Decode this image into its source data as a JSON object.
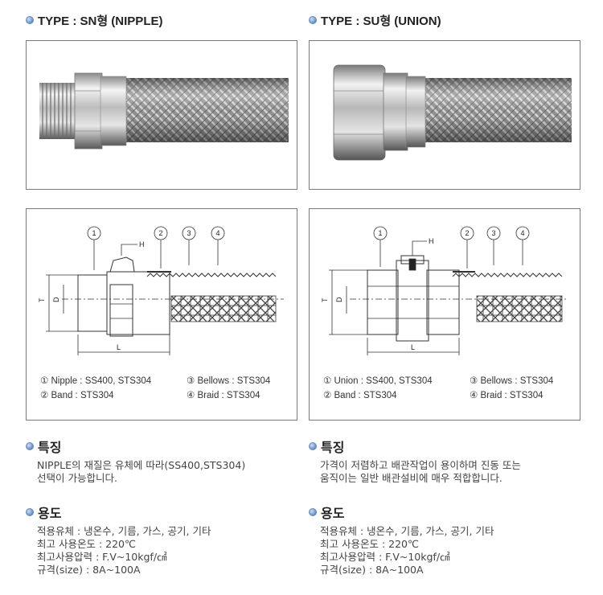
{
  "left": {
    "type_title": "TYPE : SN형 (NIPPLE)",
    "legend": [
      "① Nipple : SS400, STS304",
      "③ Bellows : STS304",
      "② Band : STS304",
      "④ Braid : STS304"
    ],
    "feature_title": "특징",
    "feature_lines": [
      "NIPPLE의 재질은 유체에 따라(SS400,STS304)",
      "선택이 가능합니다."
    ],
    "usage_title": "용도",
    "usage_lines": [
      "적용유체 : 냉온수, 기름, 가스, 공기, 기타",
      "최고 사용온도 : 220℃",
      "최고사용압력 : F.V~10kgf/㎠",
      "규격(size) : 8A~100A"
    ]
  },
  "right": {
    "type_title": "TYPE : SU형 (UNION)",
    "legend": [
      "① Union : SS400, STS304",
      "③ Bellows : STS304",
      "② Band : STS304",
      "④ Braid : STS304"
    ],
    "feature_title": "특징",
    "feature_lines": [
      "가격이 저렴하고 배관작업이 용이하며 진동 또는",
      "움직이는 일반 배관설비에 매우 적합합니다."
    ],
    "usage_title": "용도",
    "usage_lines": [
      "적용유체 : 냉온수, 기름, 가스, 공기, 기타",
      "최고 사용온도 : 220℃",
      "최고사용압력 : F.V~10kgf/㎠",
      "규격(size) : 8A~100A"
    ]
  },
  "diagram_labels": {
    "callouts": [
      "1",
      "2",
      "3",
      "4"
    ],
    "h": "H",
    "t": "T",
    "d": "D",
    "l": "L"
  },
  "colors": {
    "bullet": "#5a82c0",
    "border": "#7a7a7a",
    "steel_light": "#e8e8e8",
    "steel_dark": "#6b6b6b"
  }
}
